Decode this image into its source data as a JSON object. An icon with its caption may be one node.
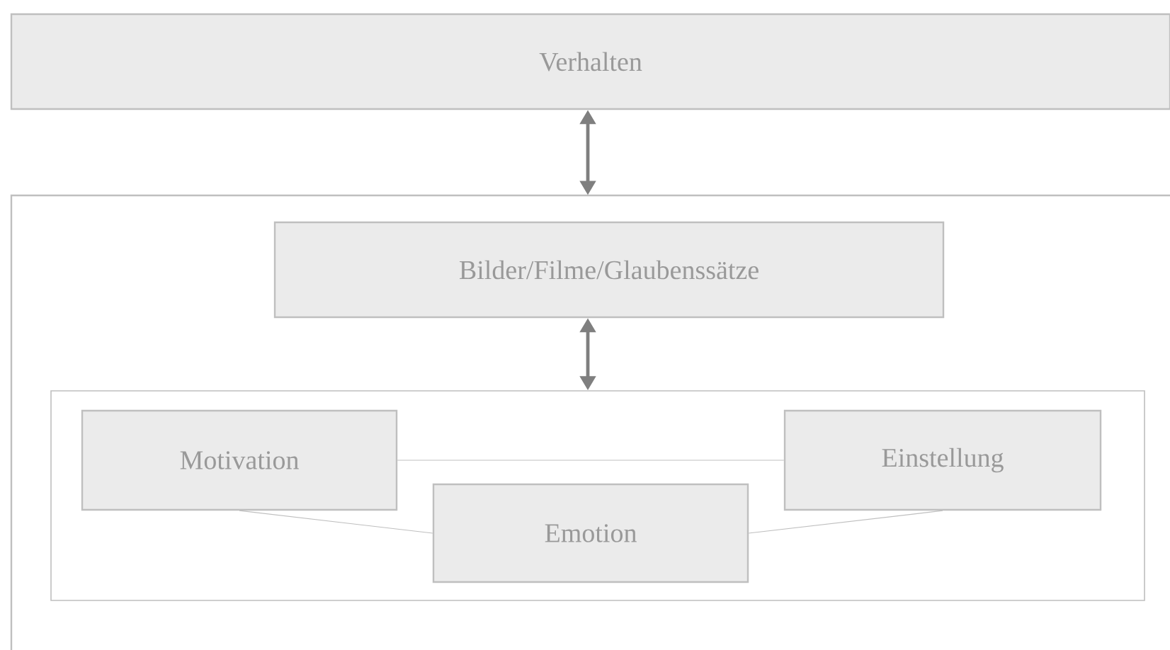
{
  "diagram": {
    "nodes": [
      {
        "text": [
          "Verhalten"
        ]
      },
      {
        "text": [],
        "shape": "box"
      },
      {
        "text": [
          "Bilder/Filme/Glaubenssätze"
        ],
        "in": 1
      },
      {
        "text": [],
        "shape": "box",
        "in": 1
      },
      {
        "text": [
          "Motivation"
        ],
        "in": 3
      },
      {
        "text": [
          "Einstellung"
        ],
        "in": 3
      },
      {
        "text": [
          "Emotion"
        ],
        "in": 3
      }
    ],
    "edges": [
      {
        "from": 0,
        "to": 1,
        "arrow": "both",
        "style": "thick",
        "color": "#7f7f7f"
      },
      {
        "from": 2,
        "to": 3,
        "arrow": "both",
        "style": "thick",
        "color": "#7f7f7f"
      },
      {
        "from": 4,
        "to": 5,
        "arrow": "none"
      },
      {
        "from": 4,
        "to": 6,
        "arrow": "none"
      },
      {
        "from": 5,
        "to": 6,
        "arrow": "none"
      }
    ]
  }
}
